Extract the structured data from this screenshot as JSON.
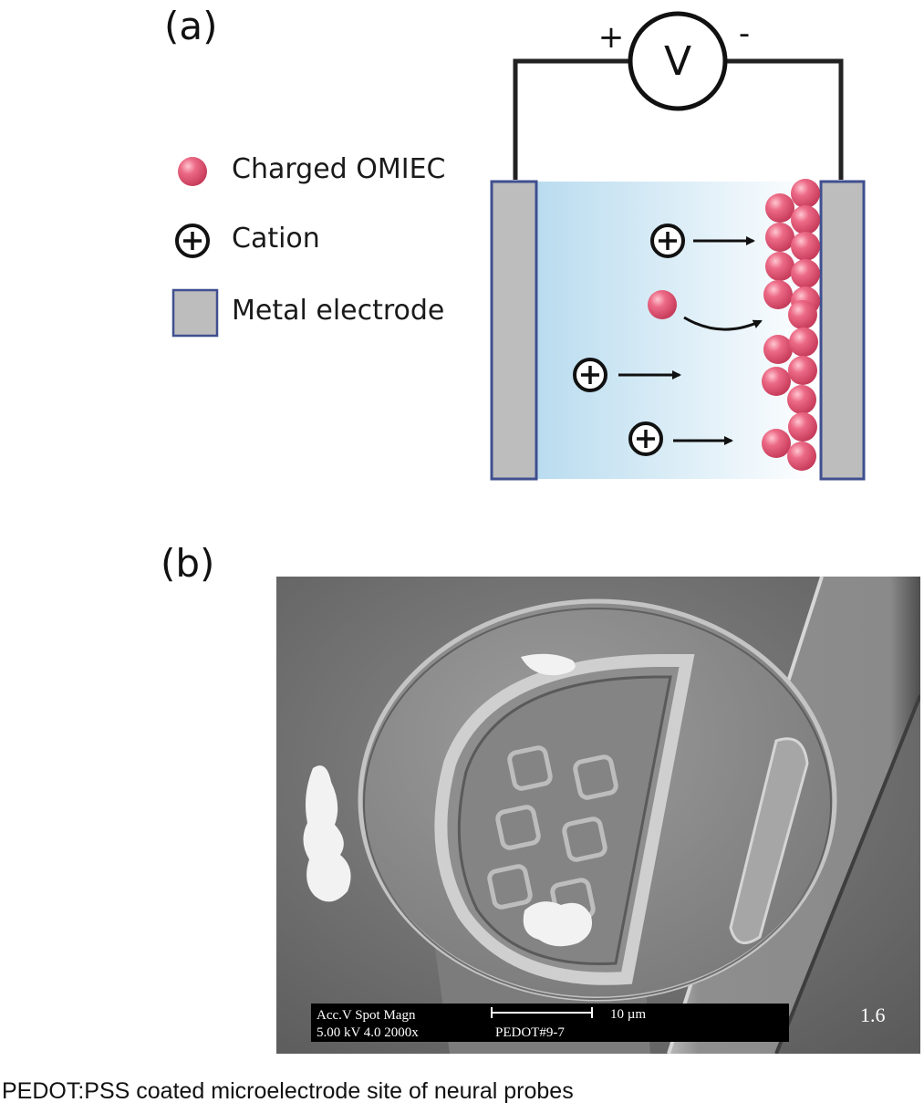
{
  "panel_a": {
    "label": "(a)",
    "voltmeter": {
      "symbol": "V",
      "plus": "+",
      "minus": "-"
    },
    "legend": {
      "omiec": "Charged OMIEC",
      "cation": "Cation",
      "metal": "Metal electrode"
    },
    "colors": {
      "omiec": "#e04f6f",
      "electrode_fill": "#bdbdbd",
      "electrode_border": "#3f4f8f",
      "electrolyte_start": "#b9dcef",
      "electrolyte_end": "#ffffff"
    }
  },
  "panel_b": {
    "label": "(b)",
    "sem": {
      "line1": "Acc.V  Spot Magn",
      "line2": "5.00 kV 4.0   2000x",
      "scale": "10 µm",
      "sample": "PEDOT#9-7",
      "corner": "1.6"
    }
  },
  "caption": "PEDOT:PSS coated microelectrode site of neural probes"
}
